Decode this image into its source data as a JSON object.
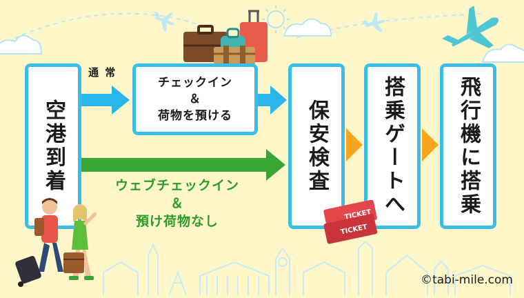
{
  "steps": {
    "arrival": "空港到着",
    "checkin_line1": "チェックイン",
    "checkin_line2": "＆",
    "checkin_line3": "荷物を預ける",
    "security": "保安検査",
    "gate": "搭乗ゲートへ",
    "boarding": "飛行機に搭乗"
  },
  "labels": {
    "normal": "通 常",
    "web_line1": "ウェブチェックイン",
    "web_line2": "＆",
    "web_line3": "預け荷物なし"
  },
  "tickets": {
    "top": "TICKET",
    "bottom": "TICKET"
  },
  "copyright": "©tabi-mile.com",
  "colors": {
    "background": "#fdf6c9",
    "box_border": "#3bbde8",
    "blue_arrow": "#2bb6ea",
    "green_arrow": "#3aa536",
    "orange_chevron": "#f7a51e",
    "green_text": "#2d9b2a"
  },
  "icons": [
    "airplane-icon",
    "cloud-icon",
    "sun-icon",
    "suitcase-icon",
    "ticket-icon",
    "traveler-icon",
    "skyline-icon"
  ]
}
